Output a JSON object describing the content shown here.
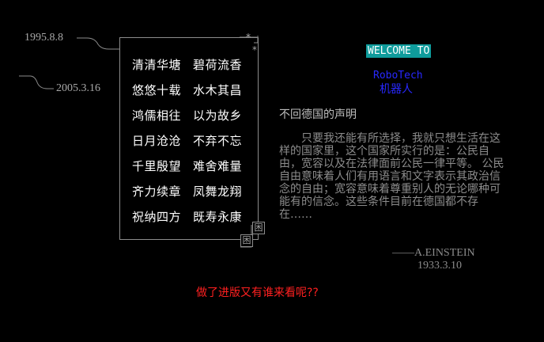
{
  "dates": {
    "top": "1995.8.8",
    "bottom": "2005.3.16"
  },
  "poem": {
    "lines": [
      [
        "清清华塘",
        "碧荷流香"
      ],
      [
        "悠悠十载",
        "水木其昌"
      ],
      [
        "鸿儒相往",
        "以为故乡"
      ],
      [
        "日月沧沧",
        "不弃不忘"
      ],
      [
        "千里殷望",
        "难舍难量"
      ],
      [
        "齐力续章",
        "凤舞龙翔"
      ],
      [
        "祝纳四方",
        "既寿永康"
      ]
    ],
    "corner_mark": "*",
    "seal_char": "困"
  },
  "welcome": {
    "banner": "WELCOME TO",
    "name_en": "RoboTech",
    "name_cn": "机器人"
  },
  "essay": {
    "title": "不回德国的声明",
    "body": "只要我还能有所选择，我就只想生活在这样的国家里，这个国家所实行的是：公民自由，宽容以及在法律面前公民一律平等。 公民自由意味着人们有用语言和文字表示其政治信念的自由；宽容意味着尊重别人的无论哪种可能有的信念。这些条件目前在德国都不存在……",
    "signature": "——A.EINSTEIN",
    "signature_date": "1933.3.10"
  },
  "footer": {
    "message": "做了进版又有谁来看呢??"
  },
  "colors": {
    "background": "#000000",
    "welcome_bg": "#0f9c9c",
    "robo_blue": "#2828ff",
    "footer_red": "#ff2020"
  }
}
